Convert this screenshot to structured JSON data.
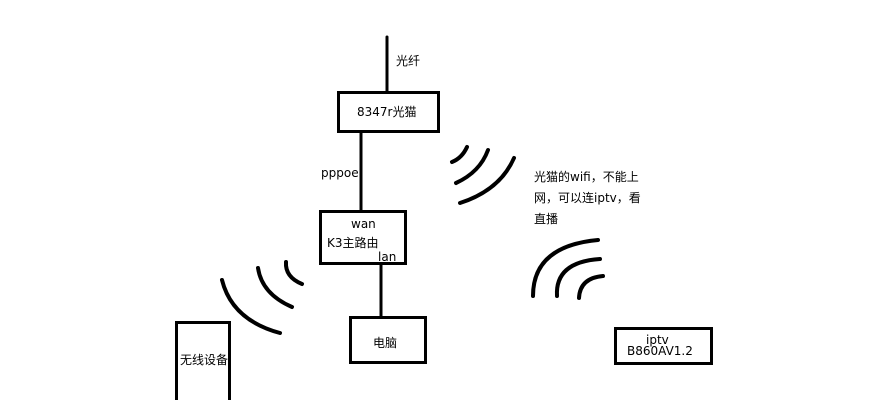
{
  "diagram": {
    "fiber_label": "光纤",
    "modem_label": "8347r光猫",
    "uplink_label": "pppoe",
    "router": {
      "wan_label": "wan",
      "name_label": "K3主路由",
      "lan_label": "lan"
    },
    "pc_label": "电脑",
    "wireless_device_label": "无线设备",
    "iptv_box": {
      "line1": "iptv",
      "line2": "B860AV1.2"
    },
    "modem_wifi_note": {
      "line1": "光猫的wifi，不能上",
      "line2": "网，可以连iptv，看",
      "line3": "直播"
    },
    "line_color": "#000000"
  }
}
